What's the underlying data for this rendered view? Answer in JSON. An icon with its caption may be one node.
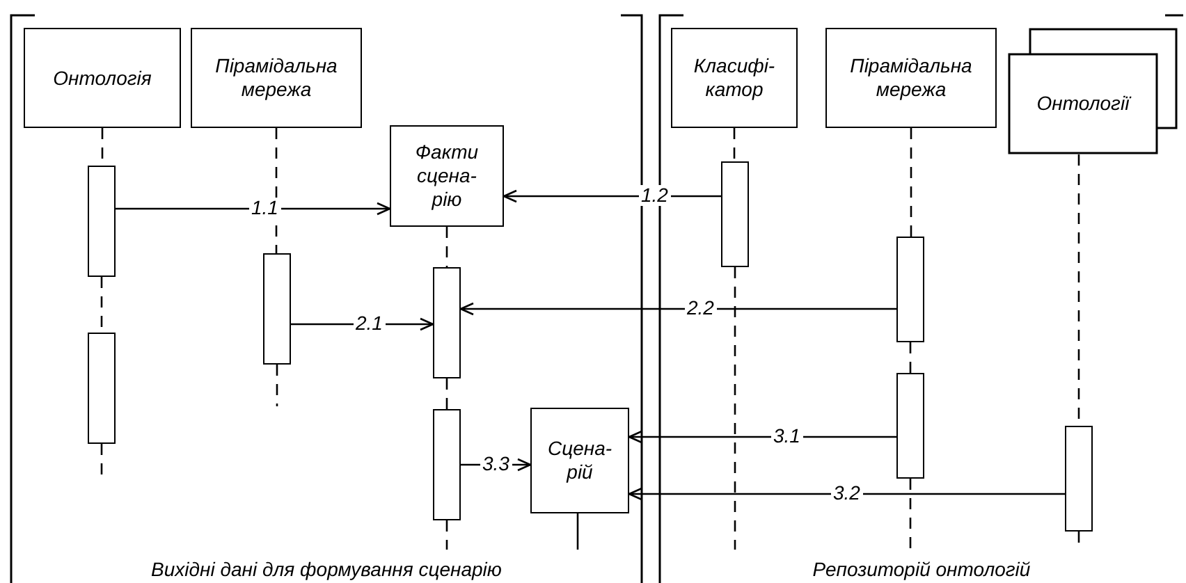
{
  "diagram": {
    "nodes": [
      {
        "text": [
          "Вихідні дані для формування сценарію"
        ]
      },
      {
        "text": [
          "Онтологія"
        ],
        "in": 0
      },
      {
        "text": [
          "Пірамідальна мережа"
        ],
        "in": 0
      },
      {
        "text": [
          "Факти сцена-рію"
        ],
        "in": 0
      },
      {
        "text": [
          "Сцена-рій"
        ],
        "in": 0
      },
      {
        "text": [
          "Репозиторій онтологій"
        ]
      },
      {
        "text": [
          "Класифі-катор"
        ],
        "in": 5
      },
      {
        "text": [
          "Пірамідальна мережа"
        ],
        "in": 5
      },
      {
        "text": [
          "Онтології"
        ],
        "in": 5
      },
      {
        "text": [],
        "shape": "bar",
        "in": 0
      },
      {
        "text": [],
        "shape": "bar",
        "in": 0
      },
      {
        "text": [],
        "shape": "bar",
        "in": 0
      },
      {
        "text": [],
        "shape": "bar",
        "in": 0
      },
      {
        "text": [],
        "shape": "bar",
        "in": 0
      },
      {
        "text": [],
        "shape": "bar",
        "in": 5
      },
      {
        "text": [],
        "shape": "bar",
        "in": 5
      },
      {
        "text": [],
        "shape": "bar",
        "in": 5
      },
      {
        "text": [],
        "shape": "bar",
        "in": 5
      }
    ],
    "edges": [
      {
        "from": 1,
        "to": 9,
        "arrow": "none",
        "style": "dashed"
      },
      {
        "from": 9,
        "to": 10,
        "arrow": "none",
        "style": "dashed"
      },
      {
        "from": 2,
        "to": 11,
        "arrow": "none",
        "style": "dashed"
      },
      {
        "from": 3,
        "to": 12,
        "arrow": "none",
        "style": "dashed"
      },
      {
        "from": 12,
        "to": 13,
        "arrow": "none",
        "style": "dashed"
      },
      {
        "from": 6,
        "to": 14,
        "arrow": "none",
        "style": "dashed"
      },
      {
        "from": 7,
        "to": 15,
        "arrow": "none",
        "style": "dashed"
      },
      {
        "from": 15,
        "to": 16,
        "arrow": "none",
        "style": "dashed"
      },
      {
        "from": 8,
        "to": 17,
        "arrow": "none",
        "style": "dashed"
      },
      {
        "from": 9,
        "to": 3,
        "arrow": "to",
        "label": "1.1"
      },
      {
        "from": 14,
        "to": 3,
        "arrow": "to",
        "label": "1.2"
      },
      {
        "from": 11,
        "to": 12,
        "arrow": "to",
        "label": "2.1"
      },
      {
        "from": 15,
        "to": 12,
        "arrow": "to",
        "label": "2.2"
      },
      {
        "from": 16,
        "to": 4,
        "arrow": "to",
        "label": "3.1"
      },
      {
        "from": 17,
        "to": 4,
        "arrow": "to",
        "label": "3.2"
      },
      {
        "from": 13,
        "to": 4,
        "arrow": "to",
        "label": "3.3"
      }
    ]
  }
}
